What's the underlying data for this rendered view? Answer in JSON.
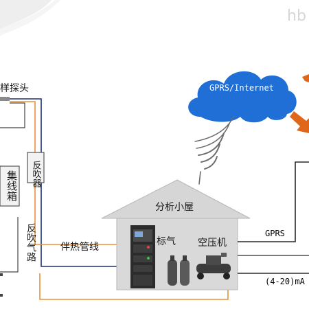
{
  "labels": {
    "probe": "样探头",
    "backflush_device": "反吹器",
    "collector_box": "集线箱",
    "backflush_line": "反吹气路",
    "heat_trace": "伴热管线",
    "analysis_room": "分析小屋",
    "std_gas": "标气",
    "air_compressor": "空压机",
    "cloud": "GPRS/Internet",
    "gprs_link": "GPRS",
    "analog_signal": "(4-20)mA",
    "watermark": "hb"
  },
  "colors": {
    "cloud_fill": "#1f6fd6",
    "house_fill": "#d9d9d9",
    "cabinet_fill": "#2b2b2b",
    "heat_line": "#e8923a",
    "signal_line": "#1c2f6e",
    "arrow_orange": "#e0661a"
  },
  "icons": [
    "wifi-signal-icon",
    "analyzer-cabinet-icon",
    "gas-cylinder-icon",
    "air-compressor-icon"
  ]
}
